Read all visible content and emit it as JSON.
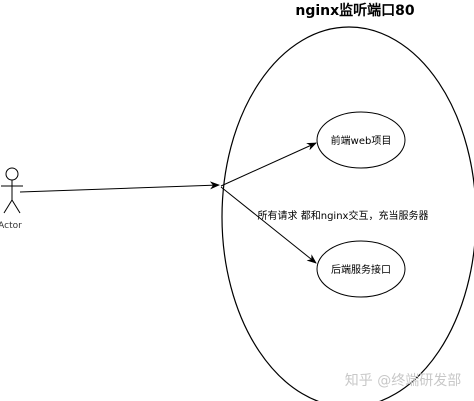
{
  "diagram": {
    "title": "nginx监听端口80",
    "actor_label": "Actor",
    "nodes": {
      "frontend": "前端web项目",
      "backend": "后端服务接口"
    },
    "edge_label": "所有请求 都和nginx交互，充当服务器",
    "watermark": "知乎 @终端研发部"
  },
  "colors": {
    "stroke": "#000000",
    "background": "#ffffff",
    "watermark": "#c8c8c8"
  }
}
